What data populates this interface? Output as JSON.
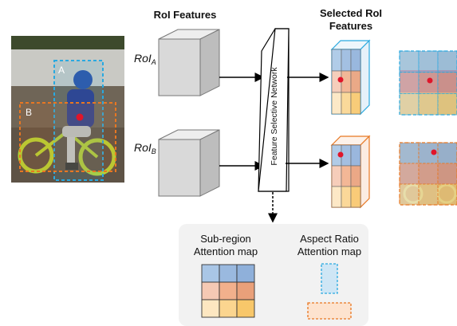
{
  "header": {
    "roi_features": "RoI Features",
    "selected_line1": "Selected RoI",
    "selected_line2": "Features"
  },
  "roi_a": {
    "main": "RoI",
    "sub": "A"
  },
  "roi_b": {
    "main": "RoI",
    "sub": "B"
  },
  "photo": {
    "box_a_label": "A",
    "box_b_label": "B"
  },
  "network": {
    "label": "Feature Selective Network"
  },
  "panel": {
    "subregion_line1": "Sub-region",
    "subregion_line2": "Attention map",
    "aspect_line1": "Aspect Ratio",
    "aspect_line2": "Attention map"
  },
  "colors": {
    "box_a": "#29a9e0",
    "box_b": "#e87722",
    "cube": "#d9d9d9",
    "point": "#e0152a",
    "panel_bg": "#f2f2f2",
    "attention_grid": [
      "#a9c6e6",
      "#9ab9df",
      "#8fb0da",
      "#f5c9b4",
      "#f2b08c",
      "#e9a07a",
      "#fde7c1",
      "#fbd58f",
      "#f8c76a"
    ]
  }
}
